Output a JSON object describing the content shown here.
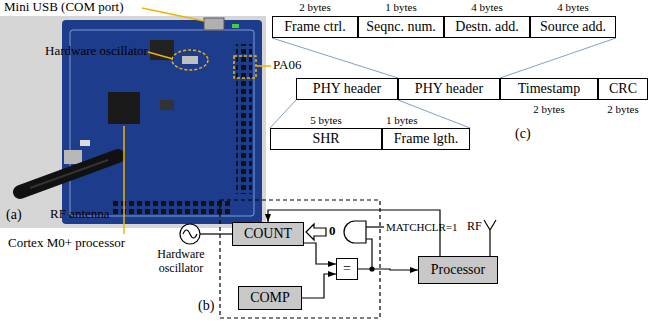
{
  "diagram": {
    "nodes": [
      {
        "text": [
          "Frame ctrl."
        ]
      },
      {
        "text": [
          "Seqnc. num."
        ]
      },
      {
        "text": [
          "Destn. add."
        ]
      },
      {
        "text": [
          "Source add."
        ]
      },
      {
        "text": [
          "PHY header"
        ]
      },
      {
        "text": [
          "PHY header"
        ]
      },
      {
        "text": [
          "Timestamp"
        ]
      },
      {
        "text": [
          "CRC"
        ]
      },
      {
        "text": [
          "SHR"
        ]
      },
      {
        "text": [
          "Frame lgth."
        ]
      },
      {
        "text": [
          "COUNT"
        ]
      },
      {
        "text": [
          "COMP"
        ]
      },
      {
        "text": [
          "="
        ]
      },
      {
        "text": [
          "Processor"
        ]
      }
    ],
    "edges": [
      {
        "from": 10,
        "to": 12,
        "arrow": "to"
      },
      {
        "from": 11,
        "to": 12,
        "arrow": "to"
      },
      {
        "from": 12,
        "to": 13,
        "arrow": "to"
      },
      {
        "from": 13,
        "to": 10,
        "arrow": "to"
      }
    ],
    "labels": [
      "Mini USB (COM port)",
      "Hardware oscillator",
      "PA06",
      "(a)",
      "RF antenna",
      "Cortex M0+ processor",
      "2 bytes",
      "1 bytes",
      "4 bytes",
      "4 bytes",
      "2 bytes",
      "2 bytes",
      "5 bytes",
      "1 bytes",
      "(c)",
      "Hardware oscillator",
      "0",
      "MATCHCLR=1",
      "RF",
      "(b)"
    ]
  }
}
